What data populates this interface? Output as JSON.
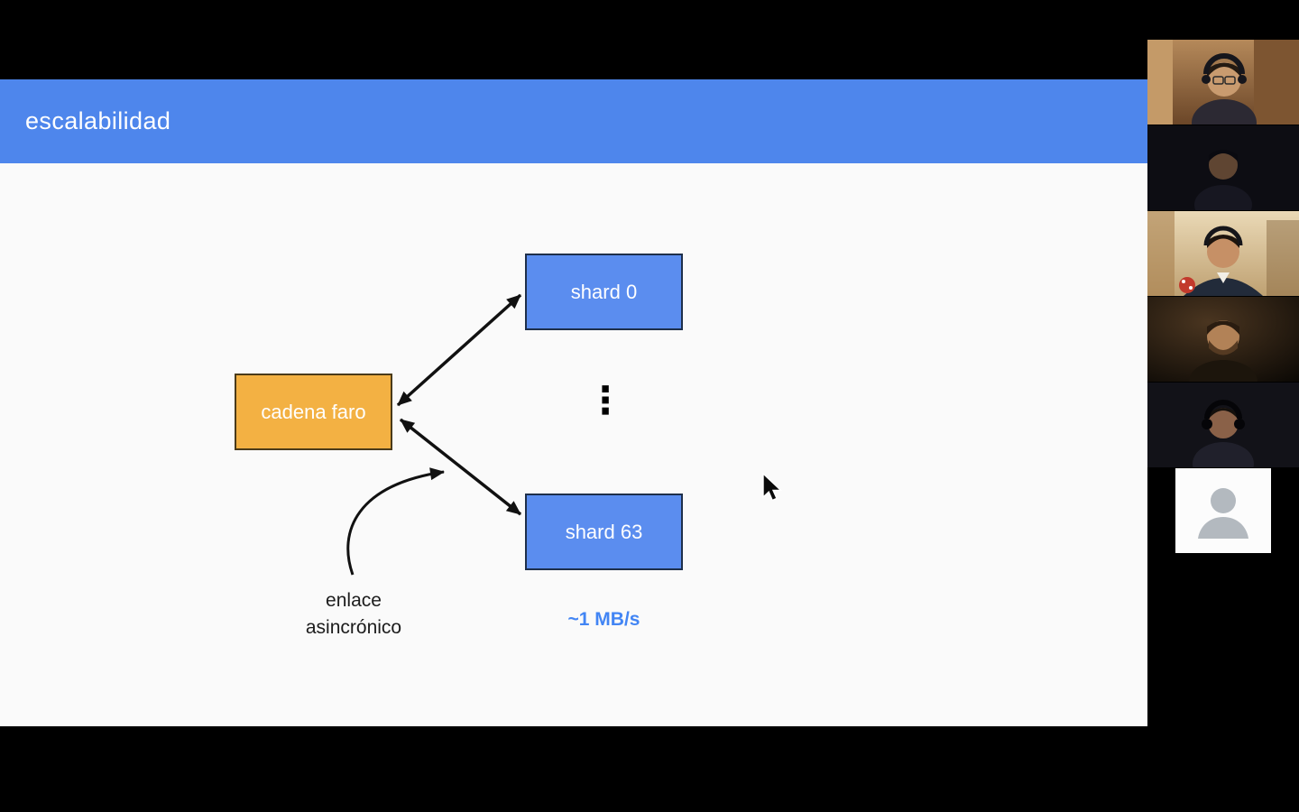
{
  "slide": {
    "title": "escalabilidad",
    "nodes": {
      "beacon": {
        "label": "cadena faro",
        "fill": "#f3b143"
      },
      "shard_top": {
        "label": "shard 0",
        "fill": "#5b8def"
      },
      "shard_bottom": {
        "label": "shard 63",
        "fill": "#5b8def"
      }
    },
    "ellipsis": "⋮",
    "labels": {
      "async_link": "enlace asincrónico",
      "bandwidth": "~1 MB/s"
    },
    "colors": {
      "header_bar": "#4e86ec",
      "slide_background": "#fafafa",
      "bandwidth_text": "#4285f4",
      "arrow": "#111111"
    }
  },
  "sidebar": {
    "participants": [
      {
        "type": "video"
      },
      {
        "type": "video"
      },
      {
        "type": "video"
      },
      {
        "type": "video"
      },
      {
        "type": "video"
      },
      {
        "type": "avatar-placeholder"
      }
    ]
  }
}
